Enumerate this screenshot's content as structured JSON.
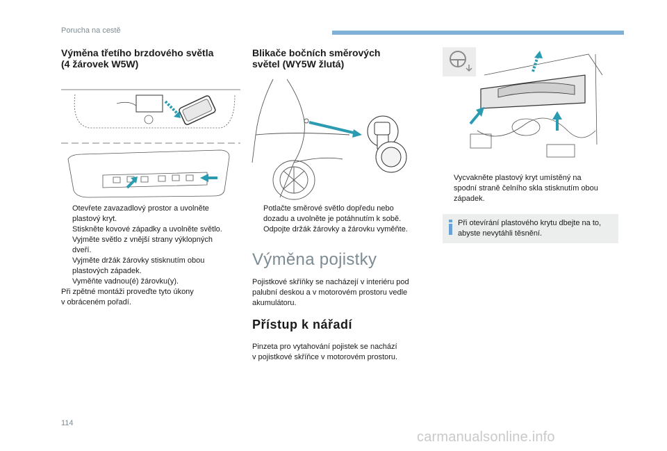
{
  "header": {
    "title": "Porucha na cestě",
    "accent": "#7fb0d6"
  },
  "col1": {
    "heading_line1": "Výměna třetího brzdového světla",
    "heading_line2": "(4 žárovek W5W)",
    "bullets": [
      [
        "Otevřete zavazadlový prostor a uvolněte",
        "plastový kryt."
      ],
      [
        "Stiskněte kovové západky a uvolněte světlo."
      ],
      [
        "Vyjměte světlo z vnější strany výklopných",
        "dveří."
      ],
      [
        "Vyjměte držák žárovky stisknutím obou",
        "plastových západek."
      ],
      [
        "Vyměňte vadnou(é) žárovku(y)."
      ]
    ],
    "note_line1": "Při zpětné montáži proveďte tyto úkony",
    "note_line2": "v obráceném pořadí."
  },
  "col2": {
    "heading_line1": "Blikače bočních směrových",
    "heading_line2": "světel (WY5W žlutá)",
    "bullets": [
      [
        "Potlačte směrové světlo dopředu nebo",
        "dozadu a uvolněte je potáhnutím k sobě."
      ],
      [
        "Odpojte držák žárovky a žárovku vyměňte."
      ]
    ],
    "fuse_heading": "Výměna pojistky",
    "fuse_text": [
      "Pojistkové skříňky se nacházejí v interiéru pod",
      "palubní deskou a v motorovém prostoru vedle",
      "akumulátoru."
    ],
    "tools_heading": "Přístup k nářadí",
    "tools_text": [
      "Pinzeta pro vytahování pojistek se nachází",
      "v pojistkové skříňce v motorovém prostoru."
    ]
  },
  "col3": {
    "bullets": [
      [
        "Vycvakněte plastový kryt umístěný na",
        "spodní straně čelního skla stisknutím obou",
        "západek."
      ]
    ],
    "info_text": [
      "Při otevírání plastového krytu dbejte na to,",
      "abyste nevytáhli těsnění."
    ]
  },
  "bullet_marker": "",
  "page_number": "114",
  "watermark": "carmanualsonline.info",
  "colors": {
    "arrow": "#2a9bb0",
    "line": "#555555",
    "info_bg": "#eceded",
    "info_icon": "#6aa2d4"
  },
  "icons": {
    "steering_icon": "steering-wheel-icon",
    "info_icon": "info-icon"
  }
}
